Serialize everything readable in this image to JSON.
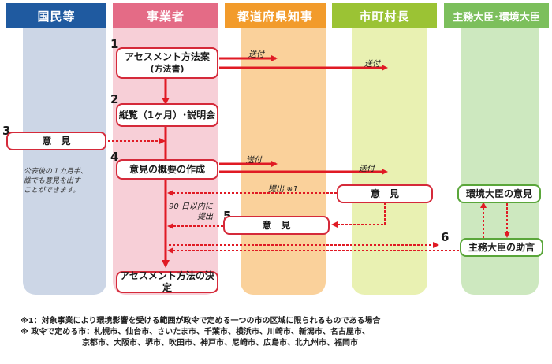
{
  "lanes": {
    "citizens": "国民等",
    "operator": "事業者",
    "governor": "都道府県知事",
    "mayor": "市町村長",
    "minister": "主務大臣･環境大臣"
  },
  "steps": {
    "n1": "1",
    "n2": "2",
    "n3": "3",
    "n4": "4",
    "n5": "5",
    "n6": "6"
  },
  "boxes": {
    "method_plan_line1": "アセスメント方法案",
    "method_plan_line2": "(方法書)",
    "review": "縦覧（1ヶ月）･説明会",
    "citizen_opinion": "意　見",
    "summary": "意見の概要の作成",
    "mayor_opinion": "意　見",
    "env_minister_opinion": "環境大臣の意見",
    "governor_opinion": "意　見",
    "minister_advice": "主務大臣の助言",
    "decision": "アセスメント方法の決定"
  },
  "labels": {
    "send1": "送付",
    "send2": "送付",
    "send3": "送付",
    "send4": "送付",
    "submit1": "提出 ※1",
    "within90_line1": "90 日以内に",
    "within90_line2": "提出"
  },
  "note": {
    "line1": "公表後の１カ月半、",
    "line2": "誰でも意見を出す",
    "line3": "ことができます。"
  },
  "footnotes": {
    "f1": "※1：対象事業により環境影響を受ける範囲が政令で定める一つの市の区域に限られるものである場合",
    "f2": "※ 政令で定める市：札幌市、仙台市、さいたま市、千葉市、横浜市、川崎市、新潟市、名古屋市、",
    "f3": "京都市、大阪市、堺市、吹田市、神戸市、尼崎市、広島市、北九州市、福岡市"
  },
  "colors": {
    "citizens": "#1f5aa0",
    "operator": "#e46b86",
    "governor": "#f29b2b",
    "mayor": "#9bc334",
    "minister": "#7cbf5c",
    "arrow": "#e01a24"
  }
}
